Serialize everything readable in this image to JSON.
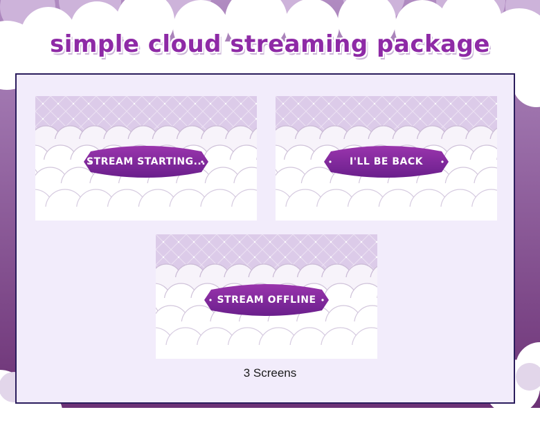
{
  "header": {
    "title": "simple cloud streaming package"
  },
  "screens": [
    {
      "label": "STREAM STARTING..."
    },
    {
      "label": "I'LL BE BACK"
    },
    {
      "label": "STREAM OFFLINE"
    }
  ],
  "footer": {
    "caption": "3 Screens"
  },
  "colors": {
    "background": "#7a3c82",
    "panel": "#f2ecfb",
    "accent": "#8e2aa6",
    "banner": "#7b2596",
    "sky": "#dccbe9"
  }
}
